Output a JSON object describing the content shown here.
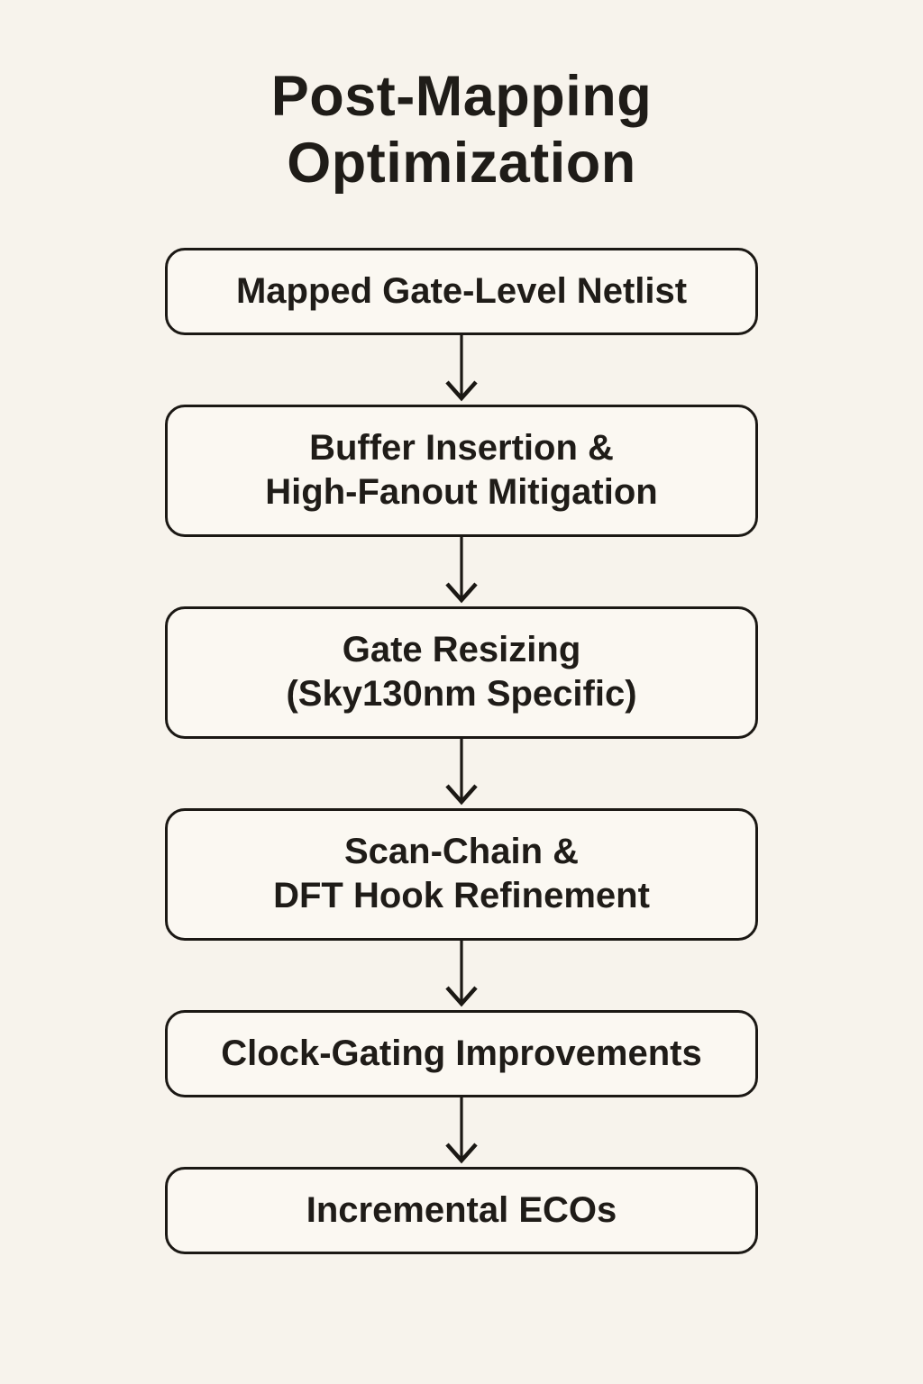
{
  "title": "Post-Mapping\nOptimization",
  "flow": {
    "nodes": [
      {
        "id": "mapped-gate-level-netlist",
        "label": "Mapped Gate-Level Netlist"
      },
      {
        "id": "buffer-insertion-high-fanout-mitigation",
        "label": "Buffer Insertion &\nHigh-Fanout Mitigation"
      },
      {
        "id": "gate-resizing-sky130nm-specific",
        "label": "Gate Resizing\n(Sky130nm Specific)"
      },
      {
        "id": "scan-chain-dft-hook-refinement",
        "label": "Scan-Chain &\nDFT Hook Refinement"
      },
      {
        "id": "clock-gating-improvements",
        "label": "Clock-Gating Improvements"
      },
      {
        "id": "incremental-ecos",
        "label": "Incremental ECOs"
      }
    ]
  },
  "colors": {
    "background": "#f7f3ec",
    "node_fill": "#fbf8f2",
    "node_border": "#1b1814",
    "text": "#1f1c18"
  }
}
